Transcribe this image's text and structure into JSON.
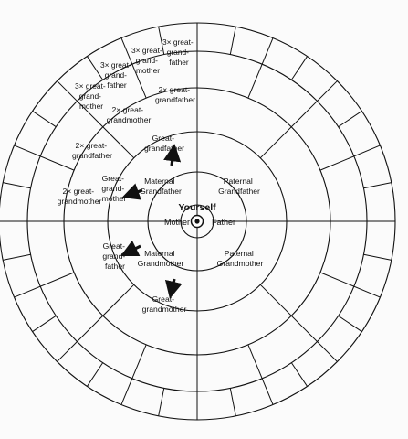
{
  "center_label": "Yourself",
  "parents": {
    "mother": "Mother",
    "father": "Father"
  },
  "grandparents": {
    "maternal_grandfather": [
      "Maternal",
      "Grandfather"
    ],
    "paternal_grandfather": [
      "Paternal",
      "Grandfather"
    ],
    "maternal_grandmother": [
      "Maternal",
      "Grandmother"
    ],
    "paternal_grandmother": [
      "Paternal",
      "Grandmother"
    ]
  },
  "ring4_labels": {
    "great_grandfather_top": [
      "Great-",
      "grandfather"
    ],
    "great_grandmother_left": [
      "Great-",
      "grand-",
      "mother"
    ],
    "great_grandfather_left": [
      "Great-",
      "grand-",
      "father"
    ],
    "great_grandmother_bottom": [
      "Great-",
      "grandmother"
    ]
  },
  "ring5_labels": {
    "gg_father_top": [
      "2× great-",
      "grandfather"
    ],
    "gg_mother_top": [
      "2× great-",
      "grandmother"
    ],
    "gg_father_left": [
      "2× great-",
      "grandfather"
    ],
    "gg_mother_left": [
      "2× great-",
      "grandmother"
    ]
  },
  "ring6_labels": {
    "ggg_father_a": [
      "3× great-",
      "grand-",
      "father"
    ],
    "ggg_mother_a": [
      "3× great-",
      "grand-",
      "mother"
    ],
    "ggg_father_b": [
      "3× great-",
      "grand-",
      "father"
    ],
    "ggg_mother_b": [
      "3× great-",
      "grand-",
      "mother"
    ]
  },
  "colors": {
    "stroke": "#111111",
    "background": "#fbfbfb"
  }
}
